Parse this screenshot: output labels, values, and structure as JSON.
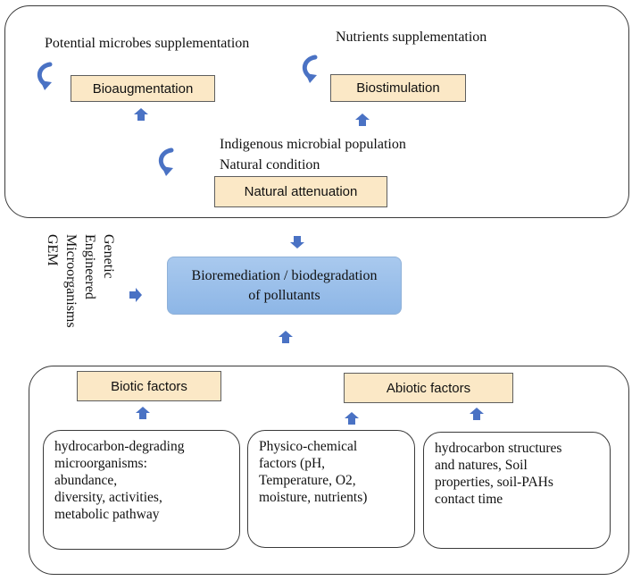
{
  "top_panel": {
    "bioaugmentation": {
      "caption": "Potential microbes supplementation",
      "label": "Bioaugmentation"
    },
    "biostimulation": {
      "caption": "Nutrients supplementation",
      "label": "Biostimulation"
    },
    "natural_attenuation": {
      "caption_line1": "Indigenous microbial population",
      "caption_line2": "Natural condition",
      "label": "Natural attenuation"
    }
  },
  "gem": {
    "lines": [
      "Genetic",
      "Engineered",
      "Microorganisms",
      "GEM"
    ]
  },
  "center": {
    "line1": "Bioremediation / biodegradation",
    "line2": "of pollutants"
  },
  "bottom_panel": {
    "biotic_label": "Biotic factors",
    "abiotic_label": "Abiotic factors",
    "biotic_box": {
      "lines": [
        "hydrocarbon-degrading",
        "microorganisms:",
        "abundance,",
        "diversity, activities,",
        "metabolic pathway"
      ]
    },
    "physico_box": {
      "lines": [
        "Physico-chemical",
        "factors (pH,",
        "Temperature, O2,",
        "moisture, nutrients)"
      ]
    },
    "hydrocarbon_box": {
      "lines": [
        "hydrocarbon structures",
        "and natures, Soil",
        "properties, soil-PAHs",
        "contact time"
      ]
    }
  },
  "colors": {
    "arrow": "#4a72c4",
    "label_box": "#fbe8c6",
    "central_box": "#9dbfea"
  }
}
